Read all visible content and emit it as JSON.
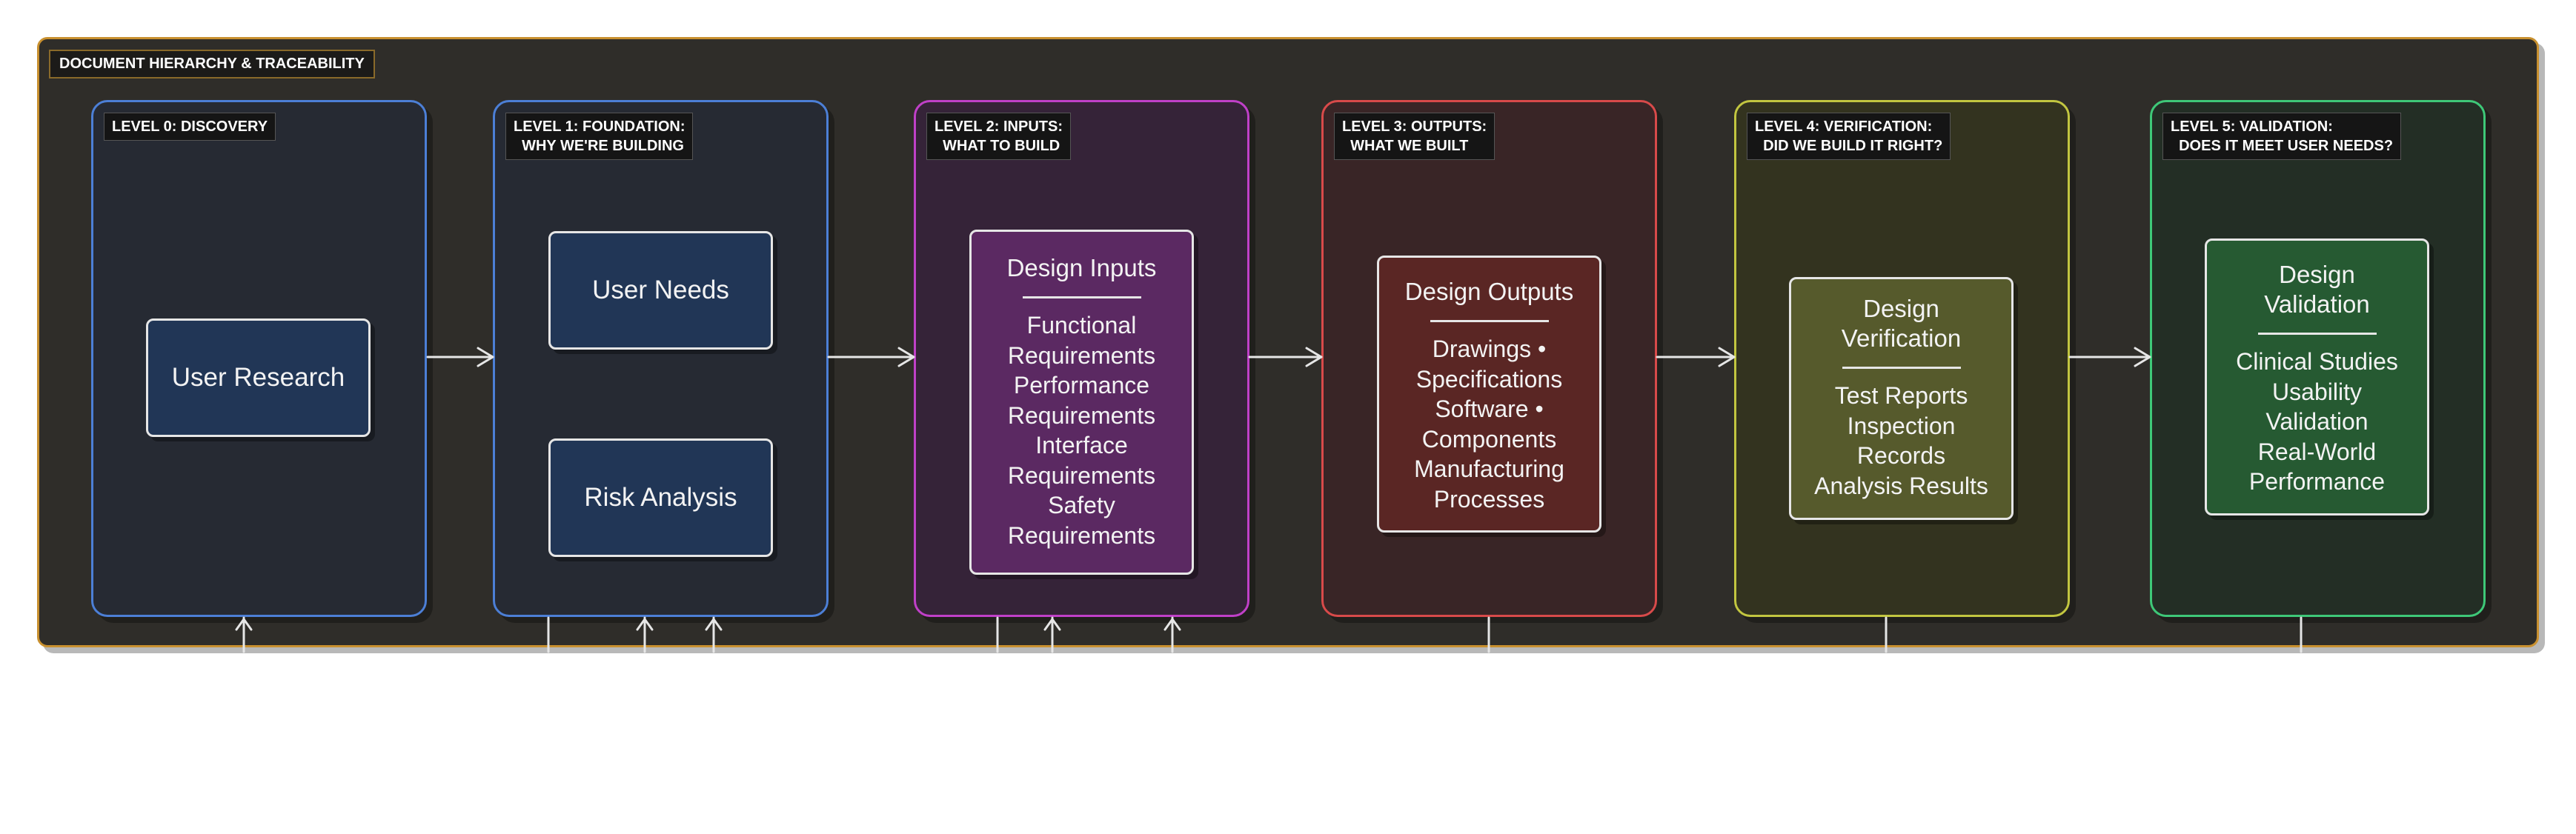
{
  "frame": {
    "title": "DOCUMENT HIERARCHY & TRACEABILITY"
  },
  "levels": [
    {
      "label": "LEVEL 0: DISCOVERY",
      "color": "#4c7fd6",
      "fill": "#262a33"
    },
    {
      "label": "LEVEL 1: FOUNDATION:\n  WHY WE'RE BUILDING",
      "color": "#4c7fd6",
      "fill": "#262a33"
    },
    {
      "label": "LEVEL 2: INPUTS:\n  WHAT TO BUILD",
      "color": "#c040c8",
      "fill": "#352338"
    },
    {
      "label": "LEVEL 3: OUTPUTS:\n  WHAT WE BUILT",
      "color": "#d84a4a",
      "fill": "#392526"
    },
    {
      "label": "LEVEL 4: VERIFICATION:\n  DID WE BUILD IT RIGHT?",
      "color": "#c2c640",
      "fill": "#33331f"
    },
    {
      "label": "LEVEL 5: VALIDATION:\n  DOES IT MEET USER NEEDS?",
      "color": "#3ec878",
      "fill": "#232e25"
    }
  ],
  "nodes": {
    "user_research": {
      "label": "User Research"
    },
    "user_needs": {
      "label": "User Needs"
    },
    "risk_analysis": {
      "label": "Risk Analysis"
    },
    "design_inputs": {
      "title": "Design Inputs",
      "body": "Functional\nRequirements\nPerformance\nRequirements\nInterface\nRequirements\nSafety\nRequirements"
    },
    "design_outputs": {
      "title": "Design Outputs",
      "body": "Drawings •\nSpecifications\nSoftware •\nComponents\nManufacturing\nProcesses"
    },
    "design_verification": {
      "title": "Design\nVerification",
      "body": "Test Reports\nInspection\nRecords\nAnalysis Results"
    },
    "design_validation": {
      "title": "Design\nValidation",
      "body": "Clinical Studies\nUsability\nValidation\nReal-World\nPerformance"
    }
  },
  "colors": {
    "frame_border": "#c8902f",
    "node_research": "#213656",
    "node_inputs": "#5b2962",
    "node_outputs": "#5a2624",
    "node_verification": "#565a2c",
    "node_validation": "#265a32",
    "connector": "#e6e6e6"
  }
}
